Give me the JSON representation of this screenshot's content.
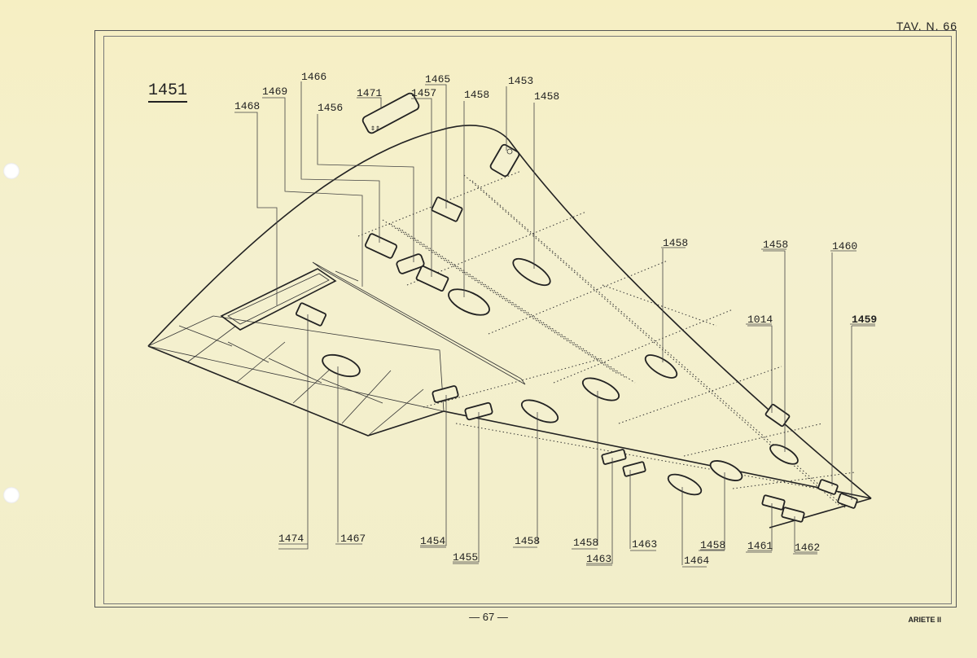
{
  "plate": "TAV. N. 66",
  "page_number": "— 67 —",
  "document": "ARIETE II",
  "group_number": "1451",
  "callouts": {
    "c1468": "1468",
    "c1469": "1469",
    "c1466": "1466",
    "c1456": "1456",
    "c1471": "1471",
    "c1457": "1457",
    "c1465": "1465",
    "c1458a": "1458",
    "c1453": "1453",
    "c1458b": "1458",
    "c1458c": "1458",
    "c1458d": "1458",
    "c1460": "1460",
    "c1014": "1014",
    "c1459": "1459",
    "c1474": "1474",
    "c1467": "1467",
    "c1454": "1454",
    "c1455": "1455",
    "c1458e": "1458",
    "c1458f": "1458",
    "c1463a": "1463",
    "c1463b": "1463",
    "c1458g": "1458",
    "c1464": "1464",
    "c1461": "1461",
    "c1462": "1462"
  }
}
